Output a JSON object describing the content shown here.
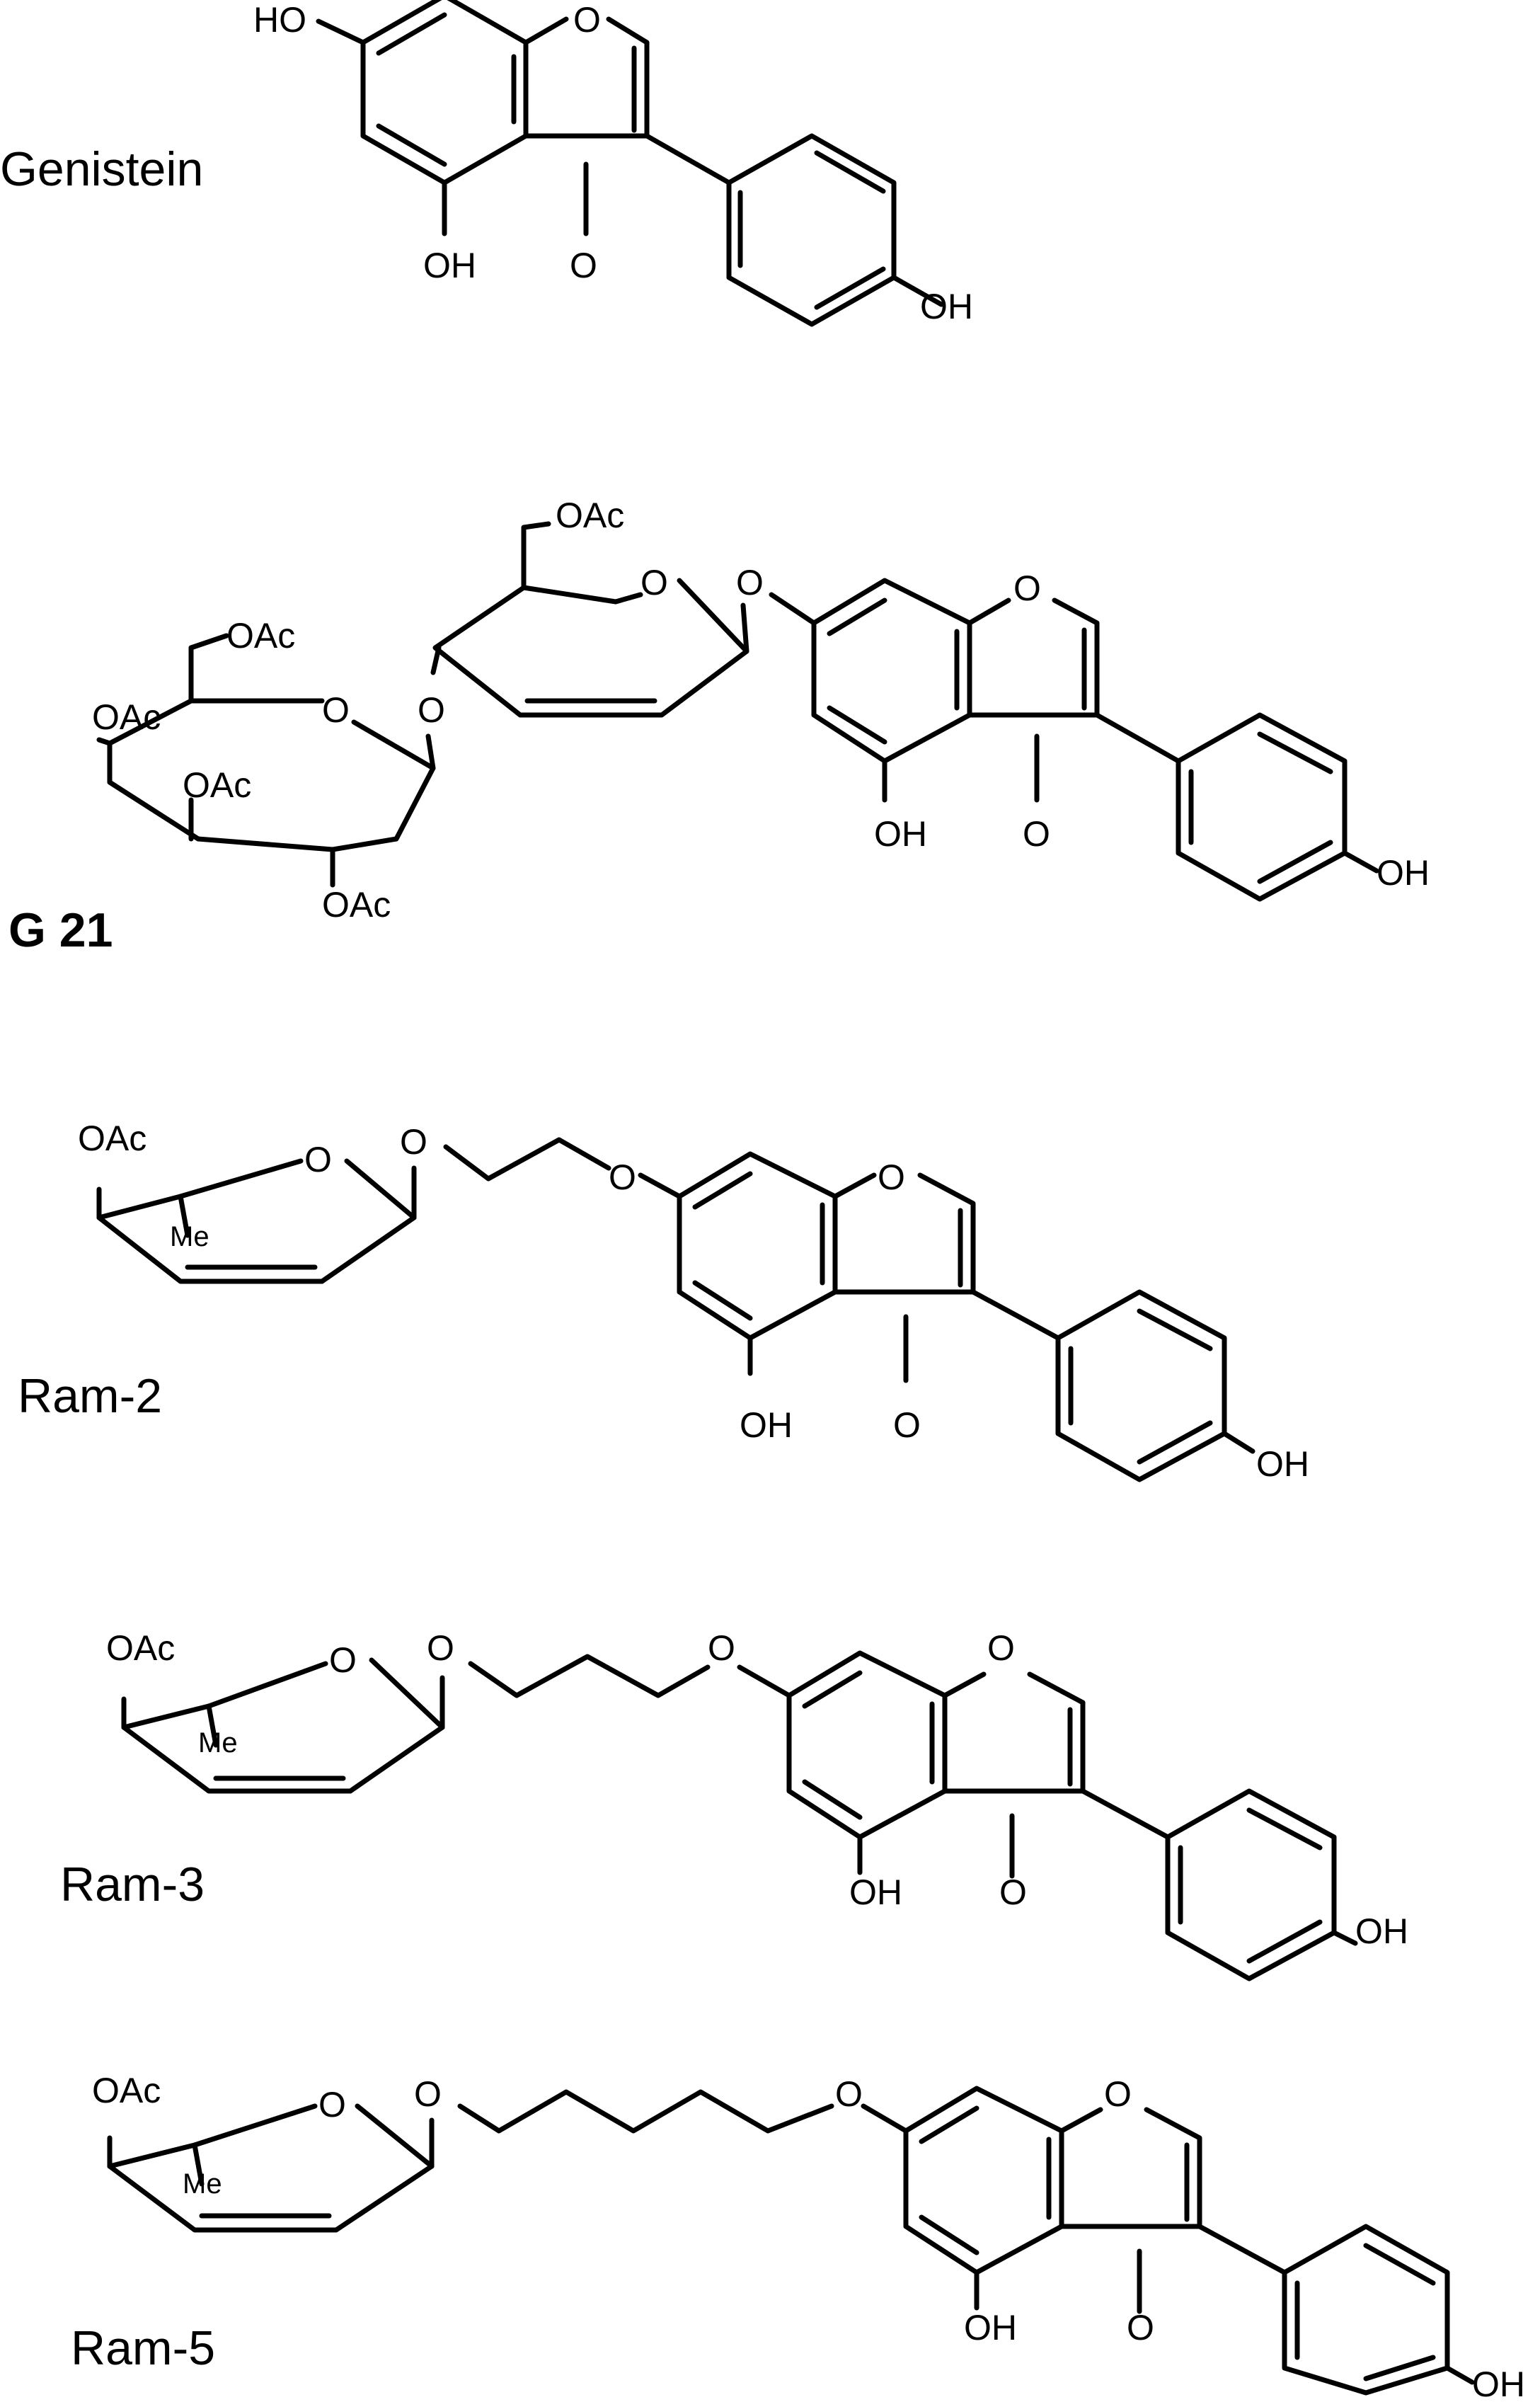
{
  "compounds": [
    {
      "name": "Genistein",
      "atoms": {
        "ho": "HO",
        "o_ring": "O",
        "o_carbonyl": "O",
        "oh5": "OH",
        "oh_b": "OH"
      }
    },
    {
      "name": "G 21",
      "atoms": {
        "oac1": "OAc",
        "oac2": "OAc",
        "oac3": "OAc",
        "oac4": "OAc",
        "oac5": "OAc",
        "o_sug1": "O",
        "o_link1": "O",
        "o_sug2": "O",
        "o_link2": "O",
        "o_ring": "O",
        "o_carbonyl": "O",
        "oh5": "OH",
        "oh_b": "OH"
      }
    },
    {
      "name": "Ram-2",
      "atoms": {
        "oac": "OAc",
        "me": "Me",
        "o_sug": "O",
        "o_link1": "O",
        "o_link2": "O",
        "o_ring": "O",
        "o_carbonyl": "O",
        "oh5": "OH",
        "oh_b": "OH"
      }
    },
    {
      "name": "Ram-3",
      "atoms": {
        "oac": "OAc",
        "me": "Me",
        "o_sug": "O",
        "o_link1": "O",
        "o_link2": "O",
        "o_ring": "O",
        "o_carbonyl": "O",
        "oh5": "OH",
        "oh_b": "OH"
      }
    },
    {
      "name": "Ram-5",
      "atoms": {
        "oac": "OAc",
        "me": "Me",
        "o_sug": "O",
        "o_link1": "O",
        "o_link2": "O",
        "o_ring": "O",
        "o_carbonyl": "O",
        "oh5": "OH",
        "oh_b": "OH"
      }
    }
  ]
}
